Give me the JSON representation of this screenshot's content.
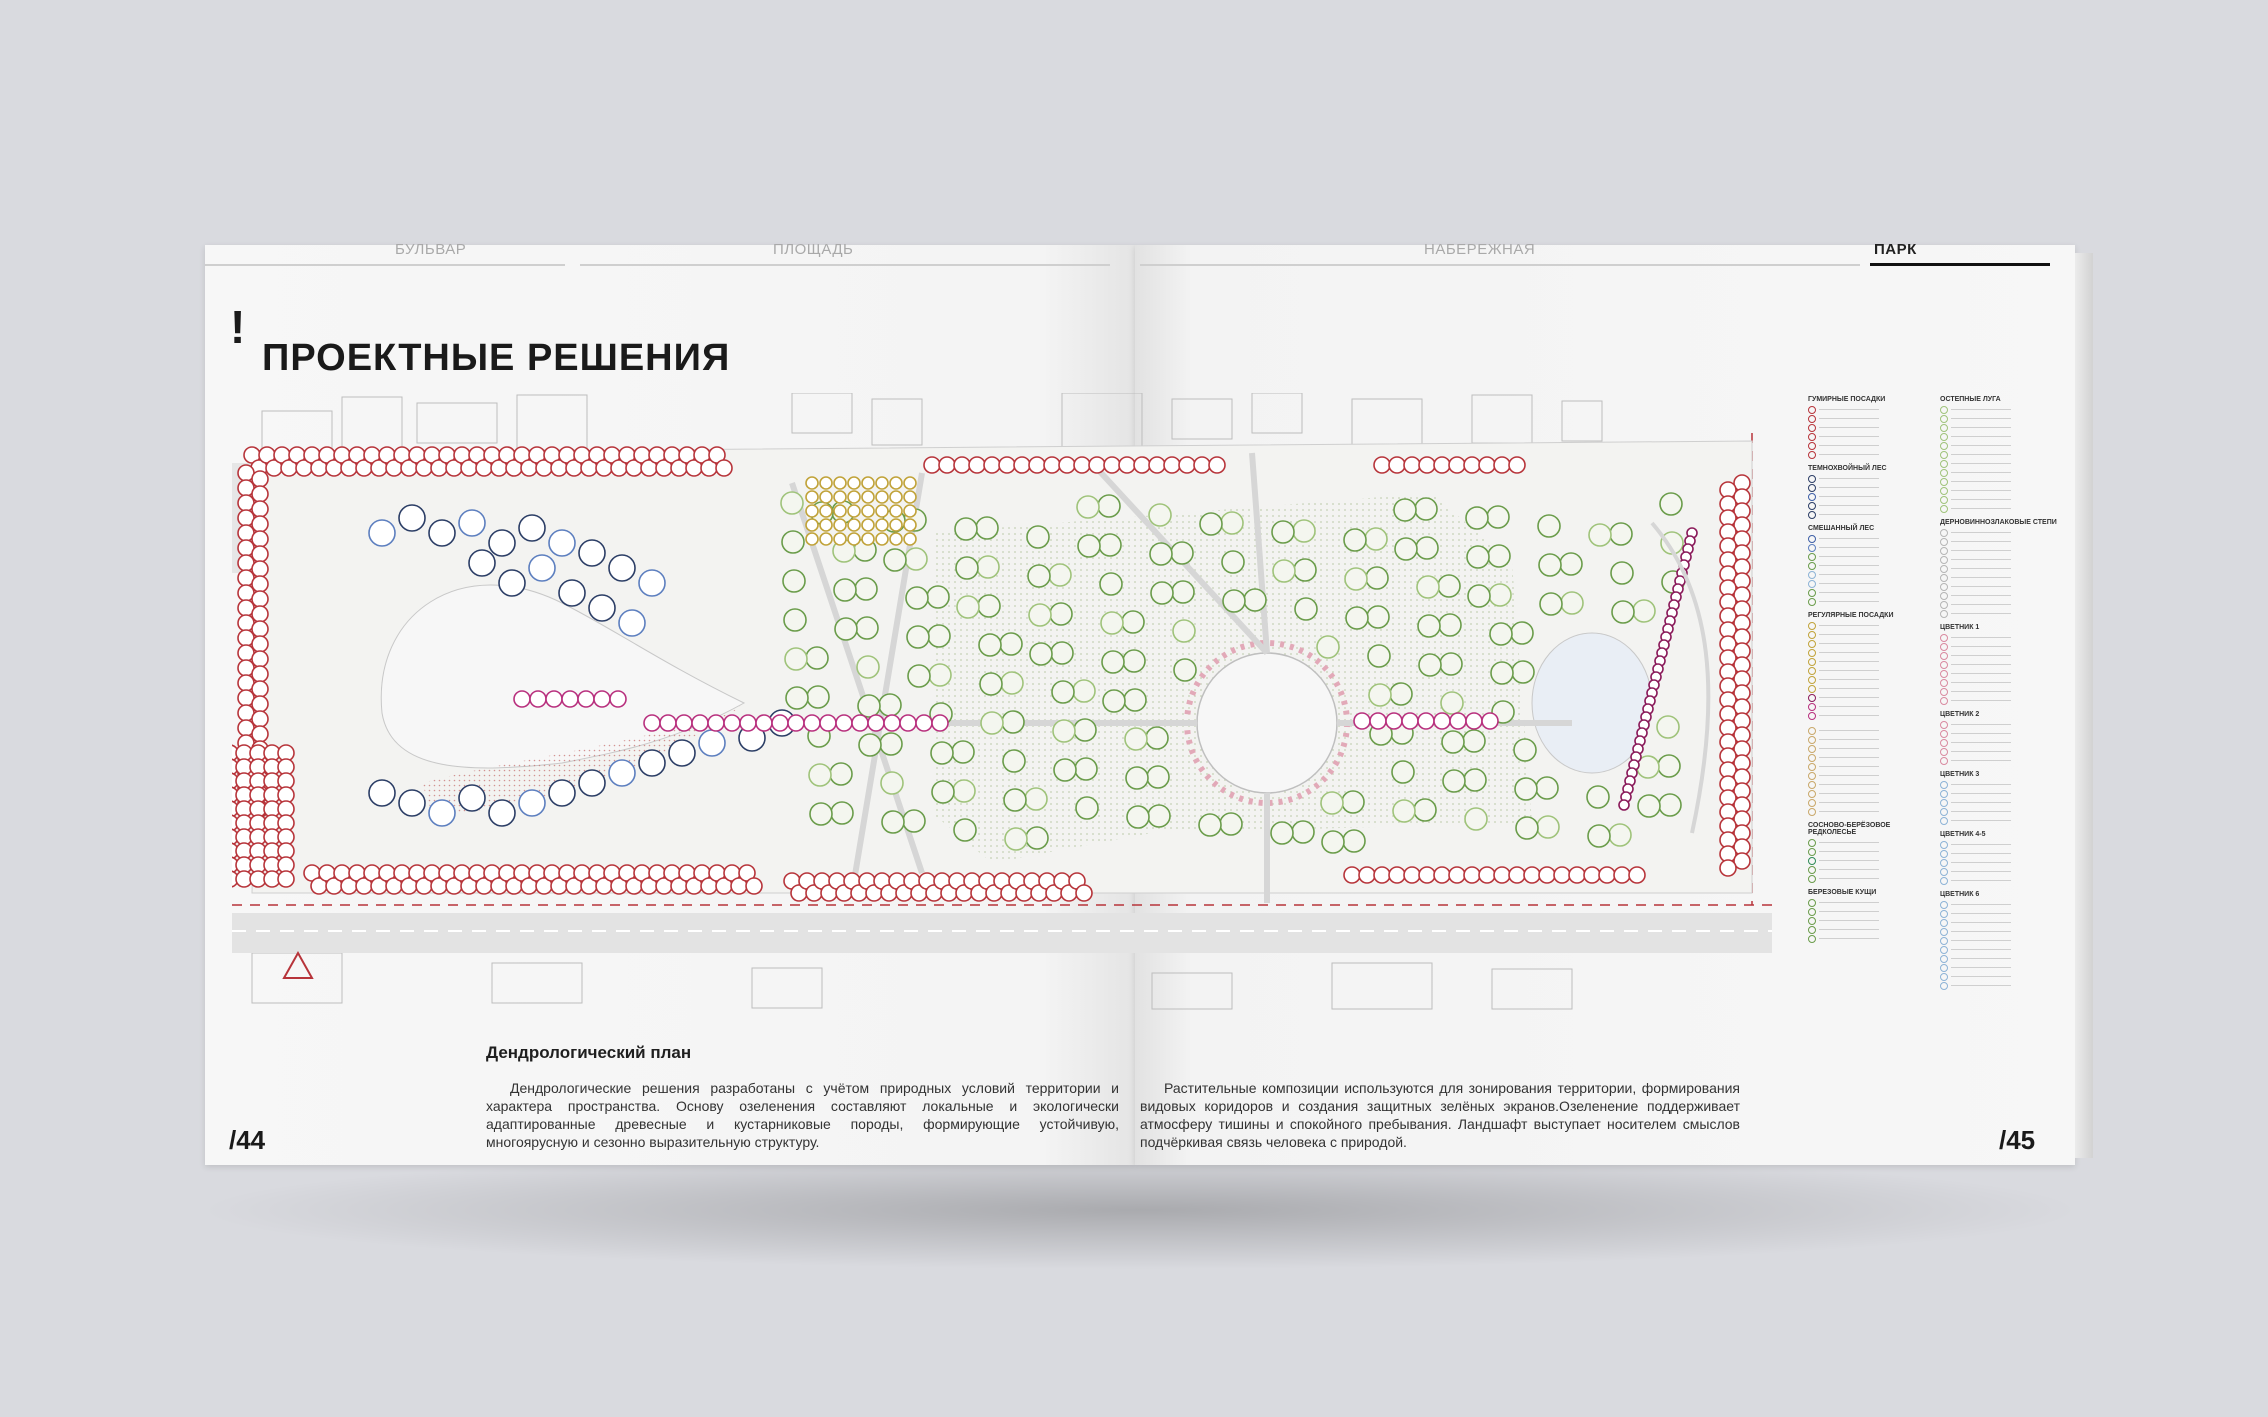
{
  "tabs": [
    {
      "label": "БУЛЬВАР",
      "active": false
    },
    {
      "label": "ПЛОЩАДЬ",
      "active": false
    },
    {
      "label": "НАБЕРЕЖНАЯ",
      "active": false
    },
    {
      "label": "ПАРК",
      "active": true
    }
  ],
  "heading": {
    "mark": "!",
    "title": "ПРОЕКТНЫЕ РЕШЕНИЯ"
  },
  "legend": {
    "col1": [
      {
        "title": "ГУМИРНЫЕ ПОСАДКИ",
        "items": [
          {
            "color": "#b7343a"
          },
          {
            "color": "#b7343a"
          },
          {
            "color": "#b7343a"
          },
          {
            "color": "#b7343a"
          },
          {
            "color": "#b7343a"
          },
          {
            "color": "#b7343a"
          }
        ]
      },
      {
        "title": "ТЕМНОХВОЙНЫЙ ЛЕС",
        "items": [
          {
            "color": "#2c3e66"
          },
          {
            "color": "#2c3e66"
          },
          {
            "color": "#3d5ea6"
          },
          {
            "color": "#2c3e66"
          },
          {
            "color": "#2c3e66"
          }
        ]
      },
      {
        "title": "СМЕШАННЫЙ ЛЕС",
        "items": [
          {
            "color": "#3d5ea6"
          },
          {
            "color": "#5d7fbf"
          },
          {
            "color": "#6a9c4a"
          },
          {
            "color": "#6a9c4a"
          },
          {
            "color": "#8db3d6"
          },
          {
            "color": "#8db3d6"
          },
          {
            "color": "#6a9c4a"
          },
          {
            "color": "#6a9c4a"
          }
        ]
      },
      {
        "title": "РЕГУЛЯРНЫЕ ПОСАДКИ",
        "items": [
          {
            "color": "#c1a33a"
          },
          {
            "color": "#c1a33a"
          },
          {
            "color": "#c1a33a"
          },
          {
            "color": "#c1a33a"
          },
          {
            "color": "#c1a33a"
          },
          {
            "color": "#c1a33a"
          },
          {
            "color": "#c1a33a"
          },
          {
            "color": "#c1a33a"
          },
          {
            "color": "#8a1a5a"
          },
          {
            "color": "#b8307e"
          },
          {
            "color": "#b8307e"
          }
        ]
      },
      {
        "title": "",
        "items": [
          {
            "color": "#c9a86a"
          },
          {
            "color": "#c9a86a"
          },
          {
            "color": "#c9a86a"
          },
          {
            "color": "#c9a86a"
          },
          {
            "color": "#c9a86a"
          },
          {
            "color": "#c9a86a"
          },
          {
            "color": "#c9a86a"
          },
          {
            "color": "#c9a86a"
          },
          {
            "color": "#c9a86a"
          },
          {
            "color": "#c9a86a"
          }
        ]
      },
      {
        "title": "СОСНОВО-БЕРЁЗОВОЕ РЕДКОЛЕСЬЕ",
        "items": [
          {
            "color": "#6a9c4a"
          },
          {
            "color": "#6a9c4a"
          },
          {
            "color": "#2e8b57"
          },
          {
            "color": "#6a9c4a"
          },
          {
            "color": "#6a9c4a"
          }
        ]
      },
      {
        "title": "БЕРЕЗОВЫЕ КУЩИ",
        "items": [
          {
            "color": "#6a9c4a"
          },
          {
            "color": "#6a9c4a"
          },
          {
            "color": "#6a9c4a"
          },
          {
            "color": "#6a9c4a"
          },
          {
            "color": "#6a9c4a"
          }
        ]
      }
    ],
    "col2": [
      {
        "title": "ОСТЕПНЫЕ ЛУГА",
        "items": [
          {
            "color": "#9fc37a"
          },
          {
            "color": "#9fc37a"
          },
          {
            "color": "#9fc37a"
          },
          {
            "color": "#9fc37a"
          },
          {
            "color": "#9fc37a"
          },
          {
            "color": "#9fc37a"
          },
          {
            "color": "#9fc37a"
          },
          {
            "color": "#9fc37a"
          },
          {
            "color": "#9fc37a"
          },
          {
            "color": "#9fc37a"
          },
          {
            "color": "#9fc37a"
          },
          {
            "color": "#9fc37a"
          }
        ]
      },
      {
        "title": "ДЕРНОВИННОЗЛАКОВЫЕ СТЕПИ",
        "items": [
          {
            "color": "#b5b5b5"
          },
          {
            "color": "#b5b5b5"
          },
          {
            "color": "#b5b5b5"
          },
          {
            "color": "#b5b5b5"
          },
          {
            "color": "#b5b5b5"
          },
          {
            "color": "#b5b5b5"
          },
          {
            "color": "#b5b5b5"
          },
          {
            "color": "#b5b5b5"
          },
          {
            "color": "#b5b5b5"
          },
          {
            "color": "#b5b5b5"
          }
        ]
      },
      {
        "title": "ЦВЕТНИК 1",
        "items": [
          {
            "color": "#d98aa0"
          },
          {
            "color": "#d98aa0"
          },
          {
            "color": "#d98aa0"
          },
          {
            "color": "#d98aa0"
          },
          {
            "color": "#d98aa0"
          },
          {
            "color": "#d98aa0"
          },
          {
            "color": "#d98aa0"
          },
          {
            "color": "#d98aa0"
          }
        ]
      },
      {
        "title": "ЦВЕТНИК 2",
        "items": [
          {
            "color": "#d98aa0"
          },
          {
            "color": "#d98aa0"
          },
          {
            "color": "#d98aa0"
          },
          {
            "color": "#d98aa0"
          },
          {
            "color": "#d98aa0"
          }
        ]
      },
      {
        "title": "ЦВЕТНИК 3",
        "items": [
          {
            "color": "#8db3d6"
          },
          {
            "color": "#8db3d6"
          },
          {
            "color": "#8db3d6"
          },
          {
            "color": "#8db3d6"
          },
          {
            "color": "#8db3d6"
          }
        ]
      },
      {
        "title": "ЦВЕТНИК 4-5",
        "items": [
          {
            "color": "#8db3d6"
          },
          {
            "color": "#8db3d6"
          },
          {
            "color": "#8db3d6"
          },
          {
            "color": "#8db3d6"
          },
          {
            "color": "#8db3d6"
          }
        ]
      },
      {
        "title": "ЦВЕТНИК 6",
        "items": [
          {
            "color": "#8db3d6"
          },
          {
            "color": "#8db3d6"
          },
          {
            "color": "#8db3d6"
          },
          {
            "color": "#8db3d6"
          },
          {
            "color": "#8db3d6"
          },
          {
            "color": "#8db3d6"
          },
          {
            "color": "#8db3d6"
          },
          {
            "color": "#8db3d6"
          },
          {
            "color": "#8db3d6"
          },
          {
            "color": "#8db3d6"
          }
        ]
      }
    ]
  },
  "section_title": "Дендрологический план",
  "paragraph_left": "Дендрологические решения разработаны с учётом природных условий территории и характера пространства. Основу озеленения составляют локальные и экологически адаптированные древесные и кустарниковые породы, формирующие устойчивую, многоярусную и сезонно выразительную структуру.",
  "paragraph_right": "Растительные композиции используются для зонирования территории, формирования видовых коридоров и создания защитных зелёных экранов.Озеленение поддерживает атмосферу тишины и спокойного пребывания. Ландшафт выступает носителем смыслов подчёркивая связь человека с природой.",
  "page_left": "/44",
  "page_right": "/45",
  "colors": {
    "accent": "#b7343a",
    "magenta": "#b8307e",
    "navy": "#2c3e66",
    "green": "#6a9c4a"
  }
}
